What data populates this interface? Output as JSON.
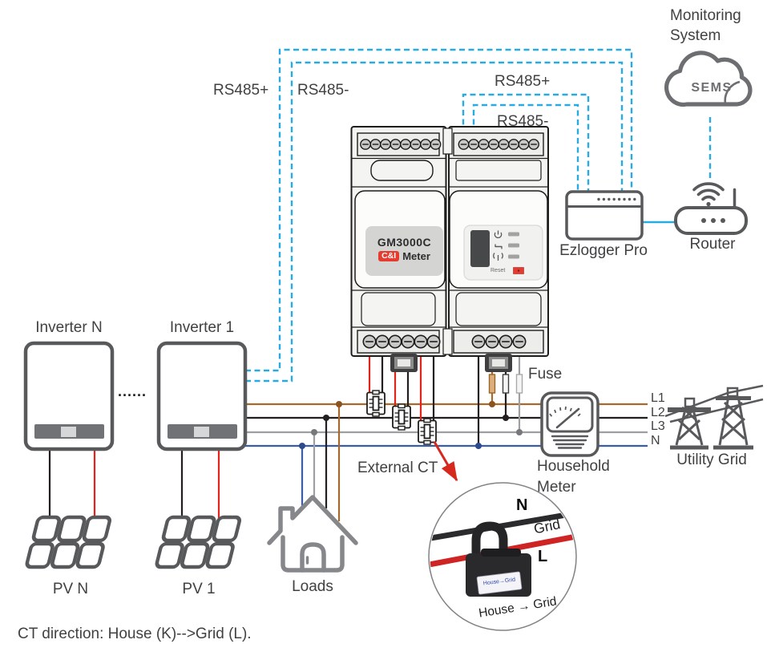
{
  "note": "CT direction: House (K)-->Grid (L).",
  "labels": {
    "monitoring_system": "Monitoring System",
    "sems": "SEMS",
    "router": "Router",
    "ezlogger": "Ezlogger Pro",
    "rs485_plus_left": "RS485+",
    "rs485_minus_left": "RS485-",
    "rs485_plus_right": "RS485+",
    "rs485_minus_right": "RS485-",
    "inverter_n": "Inverter N",
    "inverter_1": "Inverter 1",
    "ellipsis": "......",
    "pv_n": "PV N",
    "pv_1": "PV 1",
    "loads": "Loads",
    "fuse": "Fuse",
    "household_meter": "Household Meter",
    "utility_grid": "Utility Grid",
    "external_ct": "External CT",
    "l1": "L1",
    "l2": "L2",
    "l3": "L3",
    "n": "N"
  },
  "meter": {
    "model": "GM3000C",
    "badge": "C&I",
    "brand_suffix": "Meter",
    "reset": "Reset"
  },
  "ct_detail": {
    "n": "N",
    "grid": "Grid",
    "l": "L",
    "direction": "House → Grid",
    "sticker": "House→Grid"
  },
  "colors": {
    "rs485_dashed": "#29abe2",
    "line_l1": "#a5682d",
    "line_l2": "#231f20",
    "line_l3": "#9d9fa2",
    "line_n": "#3a5da8",
    "ct_wire_red": "#e5231b",
    "arrow_red": "#d6281c",
    "device_outline": "#58595b",
    "badge_red": "#e63c2f",
    "text": "#414042"
  }
}
